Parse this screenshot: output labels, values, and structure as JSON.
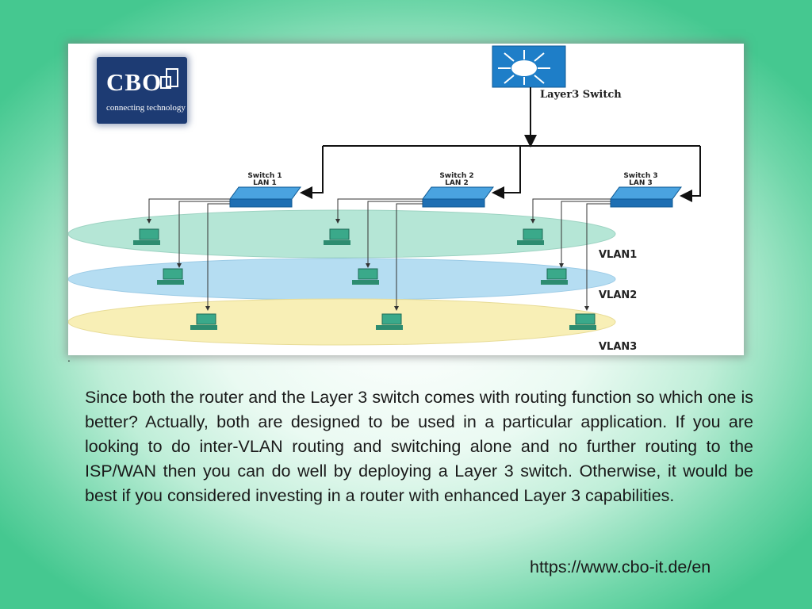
{
  "logo": {
    "mark": "CBO",
    "tagline": "connecting technology"
  },
  "diagram": {
    "core_switch_label": "Layer3 Switch",
    "switches": [
      {
        "name": "Switch 1",
        "lan": "LAN 1"
      },
      {
        "name": "Switch 2",
        "lan": "LAN 2"
      },
      {
        "name": "Switch 3",
        "lan": "LAN 3"
      }
    ],
    "vlans": [
      {
        "label": "VLAN1",
        "color": "#b5e6d6"
      },
      {
        "label": "VLAN2",
        "color": "#b5ddf2"
      },
      {
        "label": "VLAN3",
        "color": "#f8efb6"
      }
    ],
    "colors": {
      "switch_blue": "#1e7ec8",
      "computer_green": "#3aa98a",
      "line": "#111111"
    }
  },
  "dot": ".",
  "paragraph": "Since both the router and the Layer 3 switch comes with routing function so which one is better? Actually, both are designed to be used in a particular application. If you are looking to do inter-VLAN routing and switching alone and no further routing to the ISP/WAN then you can do well by deploying a Layer 3 switch. Otherwise, it would be best if you considered investing in a router with enhanced Layer 3 capabilities.",
  "url": "https://www.cbo-it.de/en"
}
